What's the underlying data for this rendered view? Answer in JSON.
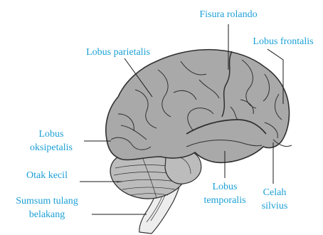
{
  "colors": {
    "label": "#1a9fd6",
    "leader_line": "#1a1a1a",
    "brain_fill": "#a9a9a9",
    "brain_stroke": "#303030",
    "cerebellum_fill": "#bcbcbc",
    "spinal_fill": "#ededed"
  },
  "labels": {
    "fisura_rolando": "Fisura rolando",
    "lobus_frontalis": "Lobus frontalis",
    "lobus_parietalis": "Lobus parietalis",
    "lobus_oksipetalis_line1": "Lobus",
    "lobus_oksipetalis_line2": "oksipetalis",
    "otak_kecil": "Otak kecil",
    "sumsum_line1": "Sumsum tulang",
    "sumsum_line2": "belakang",
    "lobus_temporalis_line1": "Lobus",
    "lobus_temporalis_line2": "temporalis",
    "celah_silvius_line1": "Celah",
    "celah_silvius_line2": "silvius"
  }
}
